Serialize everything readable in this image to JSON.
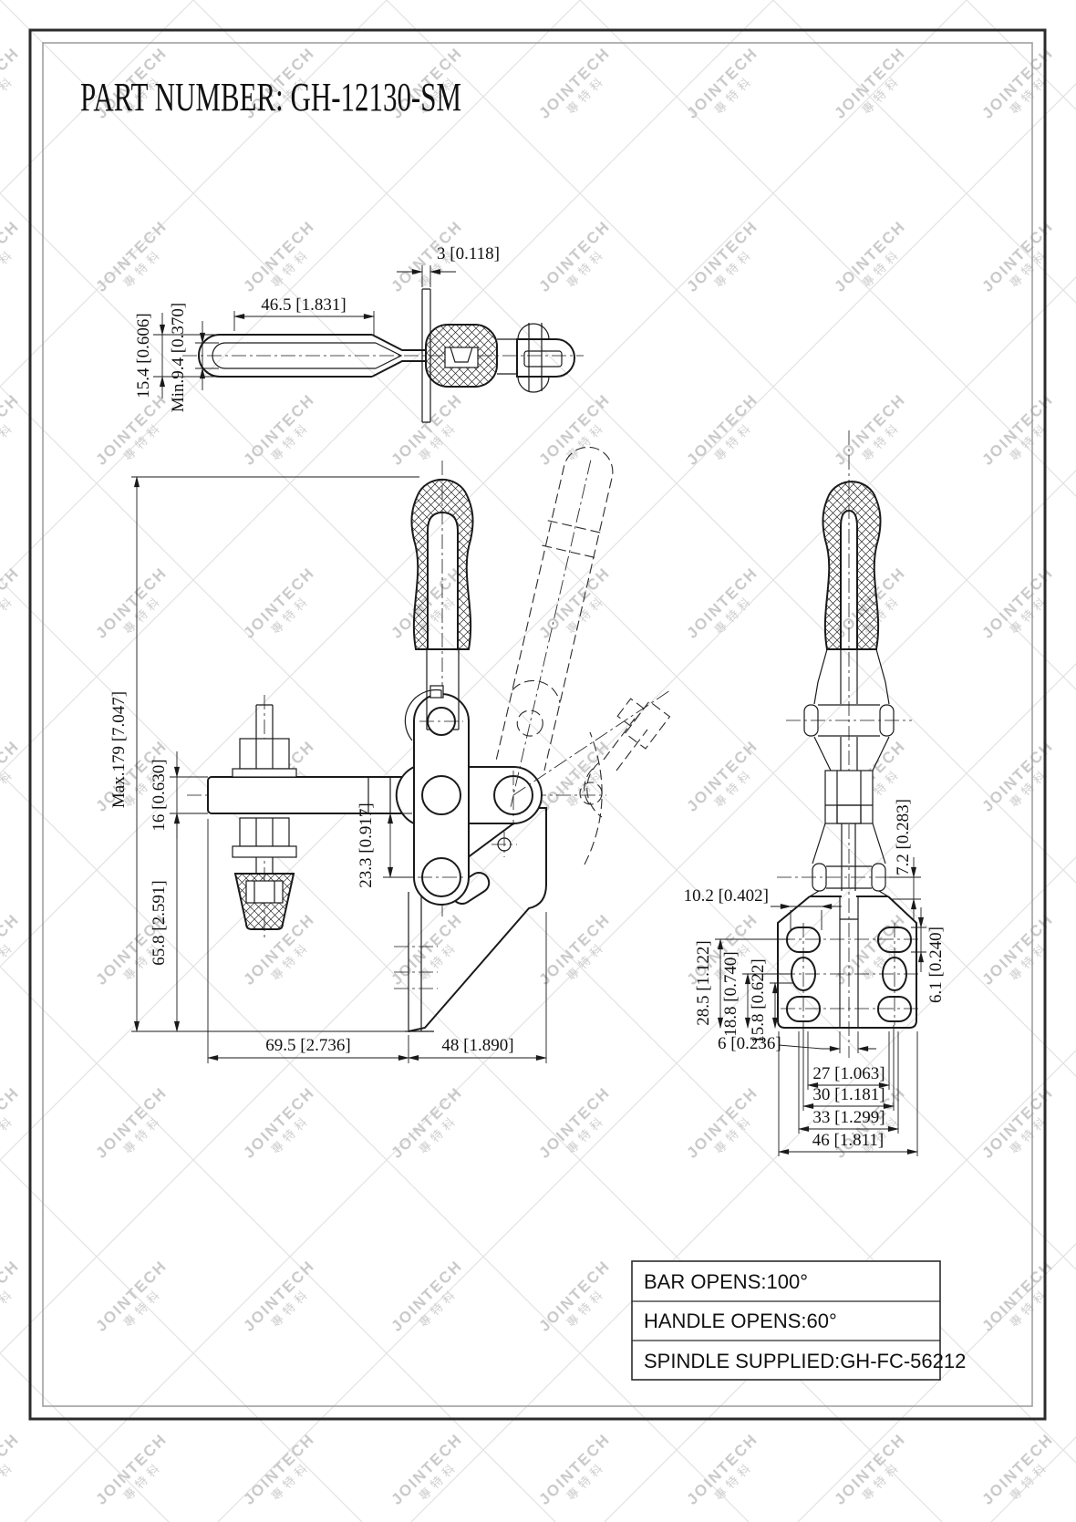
{
  "title": {
    "text": "PART NUMBER:  GH-12130-SM"
  },
  "watermark": {
    "brand": "JOINTECH",
    "brand_cn": "專特科"
  },
  "spec_table": {
    "rows": [
      {
        "label": "BAR OPENS:100°"
      },
      {
        "label": "HANDLE OPENS:60°"
      },
      {
        "label": "SPINDLE SUPPLIED:GH-FC-56212"
      }
    ]
  },
  "views": {
    "top_view": {
      "name": "top view",
      "dims": {
        "plate_thickness": "3 [0.118]",
        "slot_length": "46.5 [1.831]",
        "bar_width": "15.4 [0.606]",
        "slot_width": "Min.9.4 [0.370]"
      }
    },
    "front_view": {
      "name": "front view",
      "dims": {
        "overall_height": "Max.179 [7.047]",
        "bar_height": "16 [0.630]",
        "below_bar": "65.8 [2.591]",
        "pivot_drop": "23.3 [0.917]",
        "arm_reach": "69.5 [2.736]",
        "base_run": "48 [1.890]"
      }
    },
    "side_view": {
      "name": "side view",
      "dims": {
        "hole_offset": "10.2 [0.402]",
        "pivot_to_top": "7.2 [0.283]",
        "row_top": "28.5 [1.122]",
        "row_mid": "18.8 [0.740]",
        "row_low": "15.8 [0.622]",
        "hole_height": "6.1 [0.240]",
        "slot_width": "6 [0.236]",
        "span_inner": "27 [1.063]",
        "span_centers": "30 [1.181]",
        "span_outer": "33 [1.299]",
        "base_width": "46 [1.811]"
      }
    }
  }
}
